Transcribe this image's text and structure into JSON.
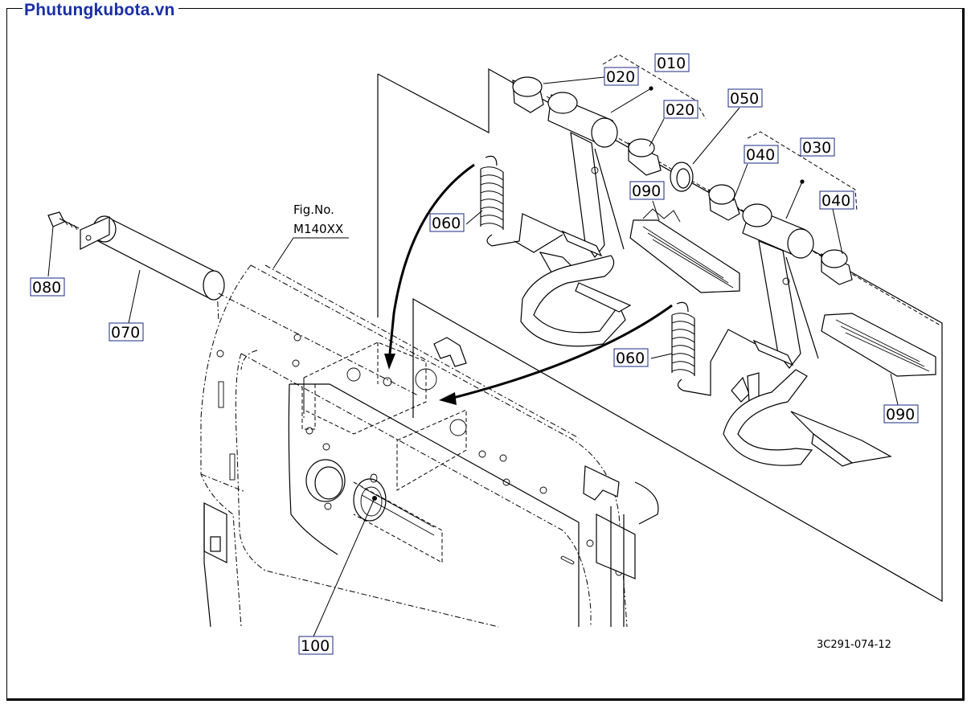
{
  "watermark": "Phutungkubota.vn",
  "figure_reference": {
    "line1": "Fig.No.",
    "line2": "M140XX"
  },
  "drawing_number": "3C291-074-12",
  "part_labels": [
    {
      "id": "label-010",
      "text": "010"
    },
    {
      "id": "label-020-top",
      "text": "020"
    },
    {
      "id": "label-020-mid",
      "text": "020"
    },
    {
      "id": "label-050",
      "text": "050"
    },
    {
      "id": "label-030",
      "text": "030"
    },
    {
      "id": "label-040-top",
      "text": "040"
    },
    {
      "id": "label-040-right",
      "text": "040"
    },
    {
      "id": "label-090-upper",
      "text": "090"
    },
    {
      "id": "label-060-upper",
      "text": "060"
    },
    {
      "id": "label-060-lower",
      "text": "060"
    },
    {
      "id": "label-090-lower",
      "text": "090"
    },
    {
      "id": "label-080",
      "text": "080"
    },
    {
      "id": "label-070",
      "text": "070"
    },
    {
      "id": "label-100",
      "text": "100"
    }
  ]
}
